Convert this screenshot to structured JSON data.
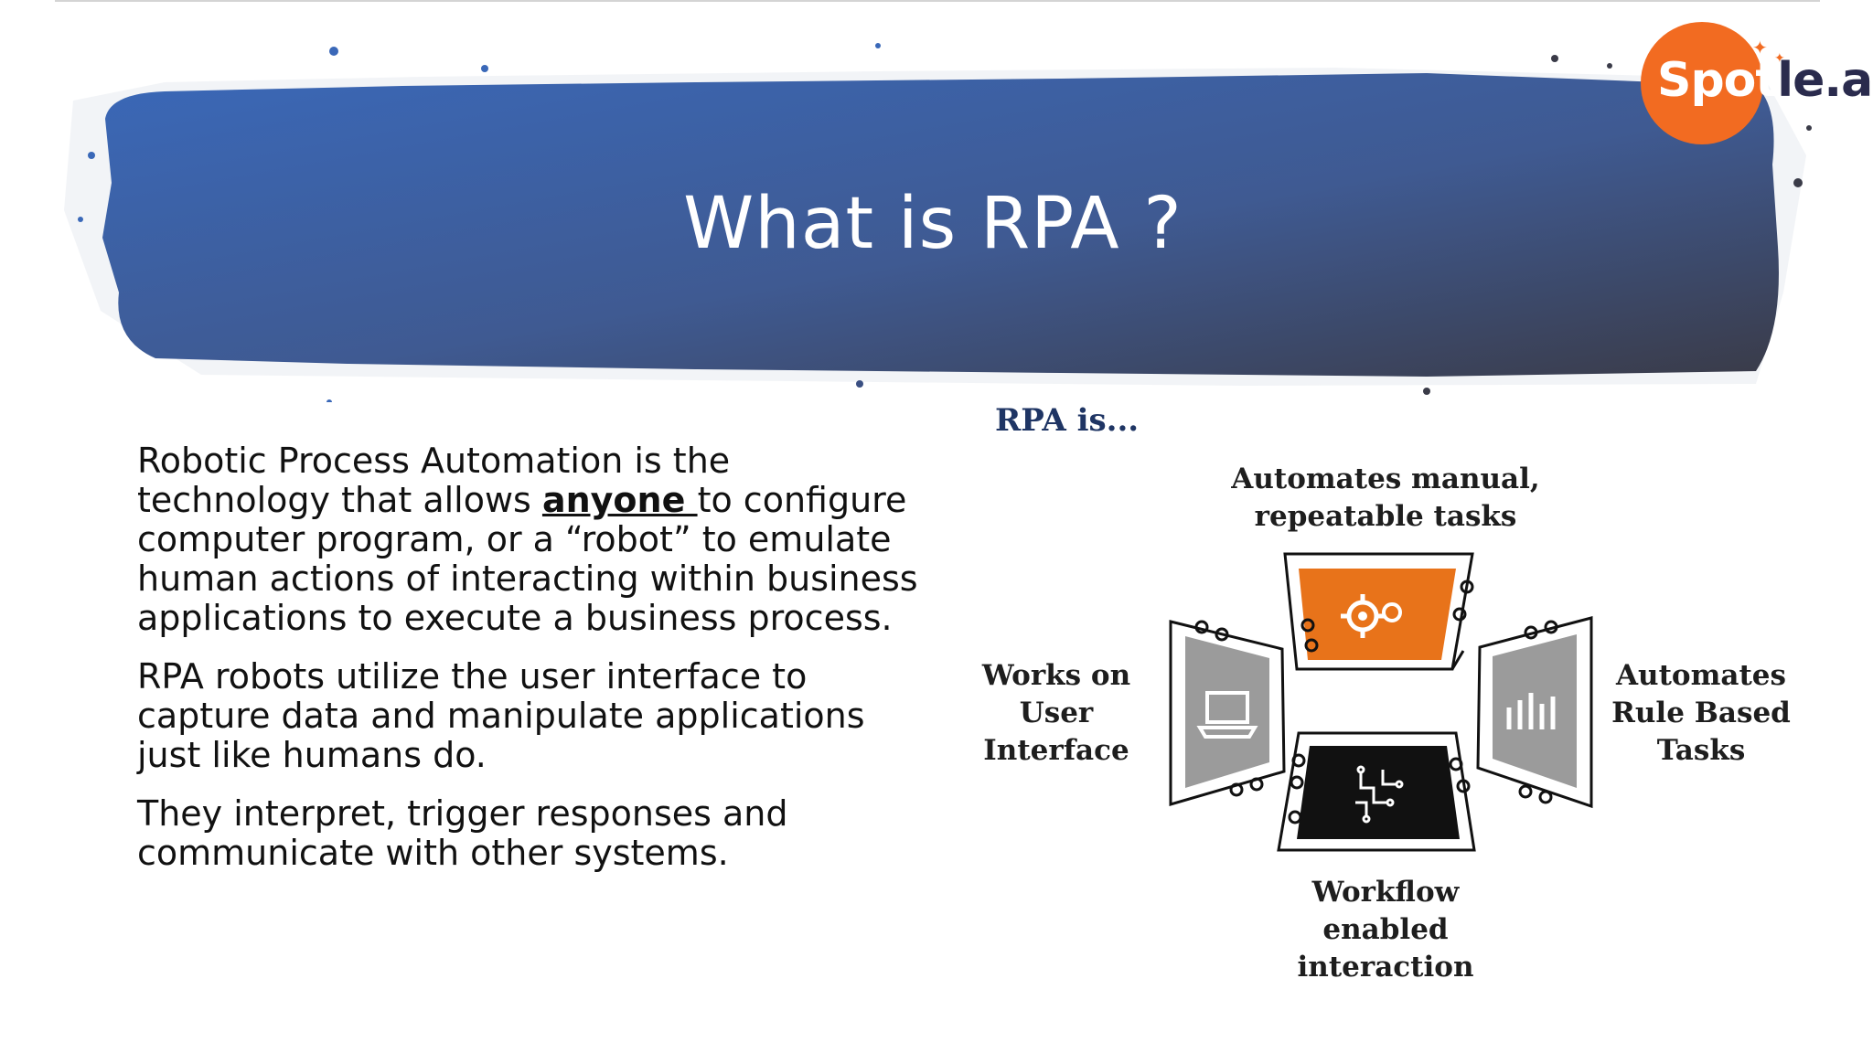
{
  "slide": {
    "title": "What is RPA ?",
    "colors": {
      "banner_left": "#3a68b8",
      "banner_right": "#3a3b48",
      "accent_orange": "#f26b21",
      "heading_navy": "#1f3564"
    }
  },
  "logo": {
    "part_a": "Spot",
    "part_b": "le.ai",
    "icon": "sparkle-icon"
  },
  "body": {
    "p1_before": "Robotic Process Automation is the technology that allows ",
    "p1_emphasis": "anyone ",
    "p1_after": "to configure computer program, or a “robot” to emulate human actions of interacting within business applications to execute a business process.",
    "p2": "RPA robots utilize the user interface to capture data and manipulate applications just like humans do.",
    "p3": "They interpret, trigger responses and communicate with other systems."
  },
  "diagram": {
    "heading": "RPA is...",
    "top_label": "Automates manual,\nrepeatable tasks",
    "left_label": "Works on\nUser\nInterface",
    "right_label": "Automates\nRule Based\nTasks",
    "bottom_label": "Workflow\nenabled\ninteraction",
    "icons": {
      "top": "gears-icon",
      "left": "laptop-icon",
      "right": "bar-chart-icon",
      "bottom": "circuit-icon"
    },
    "colors": {
      "top_panel": "#e8731a",
      "side_panel": "#9b9b9b",
      "bottom_panel": "#111111"
    }
  }
}
